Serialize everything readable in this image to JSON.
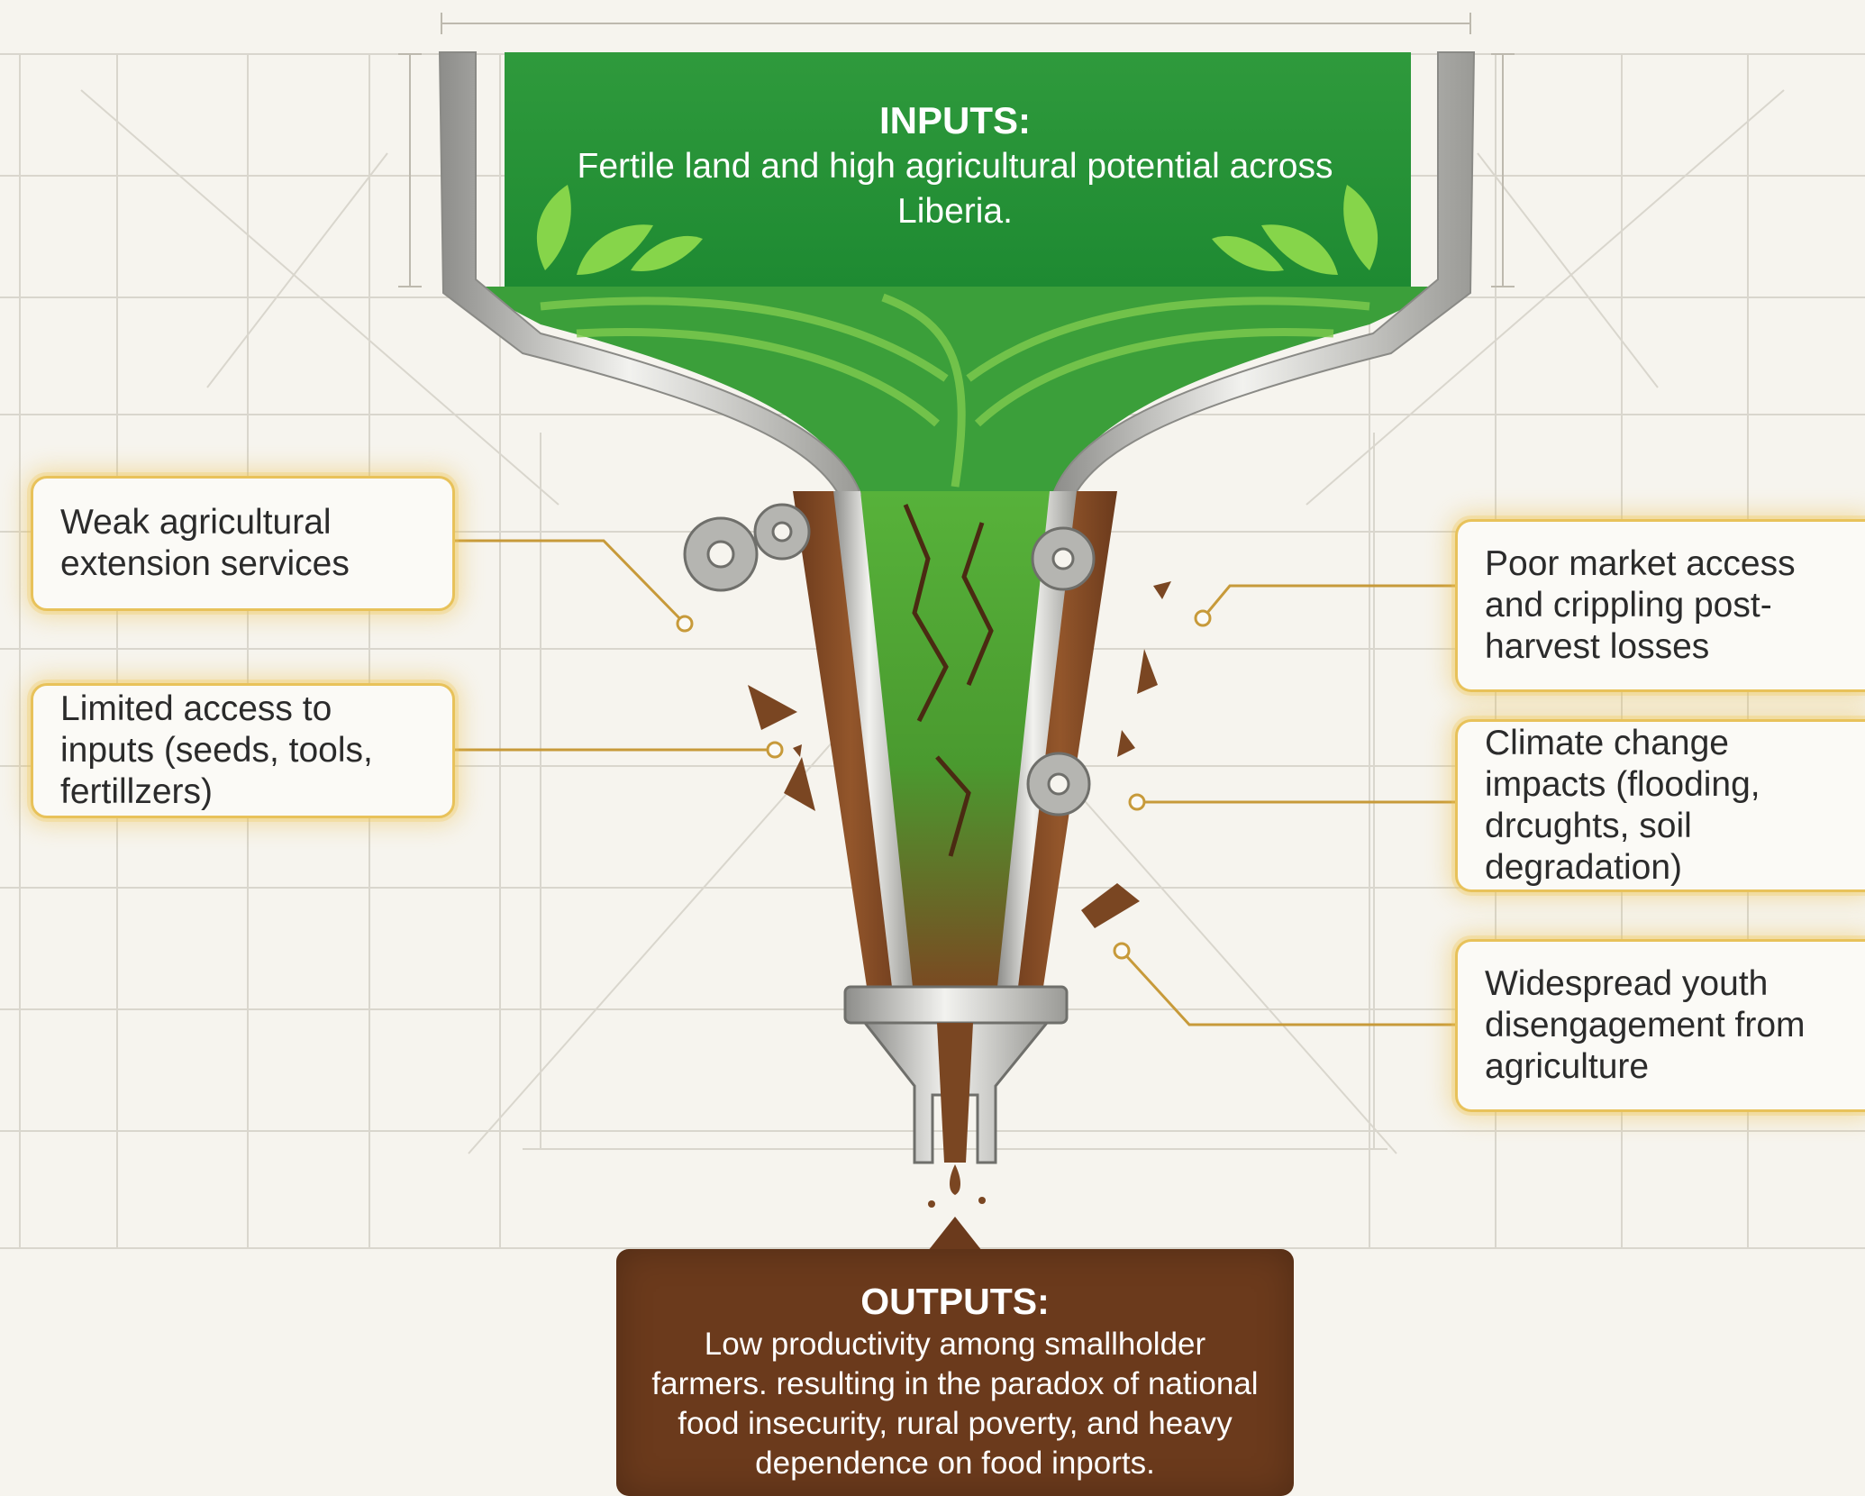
{
  "inputs": {
    "title": "INPUTS:",
    "text": "Fertile land and high agricultural potential across Liberia."
  },
  "outputs": {
    "title": "OUTPUTS:",
    "text": "Low productivity among smallholder farmers. resulting in the paradox of national food insecurity, rural poverty, and heavy dependence on food inports."
  },
  "constraints": {
    "left": [
      "Weak agricultural extension services",
      "Limited access to inputs (seeds, tools, fertillzers)"
    ],
    "right": [
      "Poor market access and crippling post-harvest losses",
      "Climate change impacts (flooding, drcughts, soil degradation)",
      "Widespread youth disengagement from agriculture"
    ]
  },
  "colors": {
    "background": "#f6f4ee",
    "green": "#3aa33a",
    "dark_green": "#1f7a2c",
    "soil_brown": "#6b3a1c",
    "callout_glow": "#e8c25a",
    "metal": "#c9c9c6"
  }
}
